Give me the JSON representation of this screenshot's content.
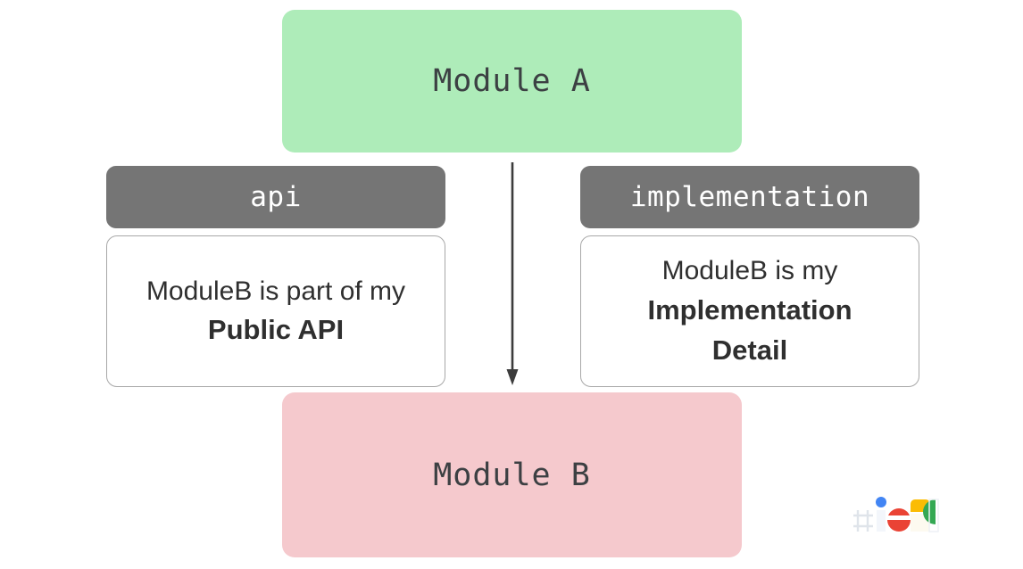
{
  "diagram": {
    "title_top": "Module A",
    "title_bottom": "Module B",
    "arrow_name": "dependency-arrow"
  },
  "colors": {
    "module_a_bg": "#aeecb9",
    "module_b_bg": "#f5c9cd",
    "config_chip_bg": "#757575",
    "card_border": "#a8a8a8",
    "text_dark": "#3c4043",
    "arrow": "#3c3c3c"
  },
  "columns": [
    {
      "id": "api",
      "chip_label": "api",
      "card_lines": [
        {
          "text": "ModuleB is part of my",
          "bold": false
        },
        {
          "text": "Public API",
          "bold": true
        }
      ]
    },
    {
      "id": "implementation",
      "chip_label": "implementation",
      "card_lines": [
        {
          "text": "ModuleB is my",
          "bold": false
        },
        {
          "text": "Implementation",
          "bold": true
        },
        {
          "text": "Detail",
          "bold": true
        }
      ]
    }
  ],
  "logo": {
    "name": "google-io-logo",
    "text": "#io",
    "colors": {
      "blue": "#4285f4",
      "red": "#ea4335",
      "yellow": "#fbbc04",
      "green": "#34a853",
      "grid": "#dfe4ea"
    }
  }
}
